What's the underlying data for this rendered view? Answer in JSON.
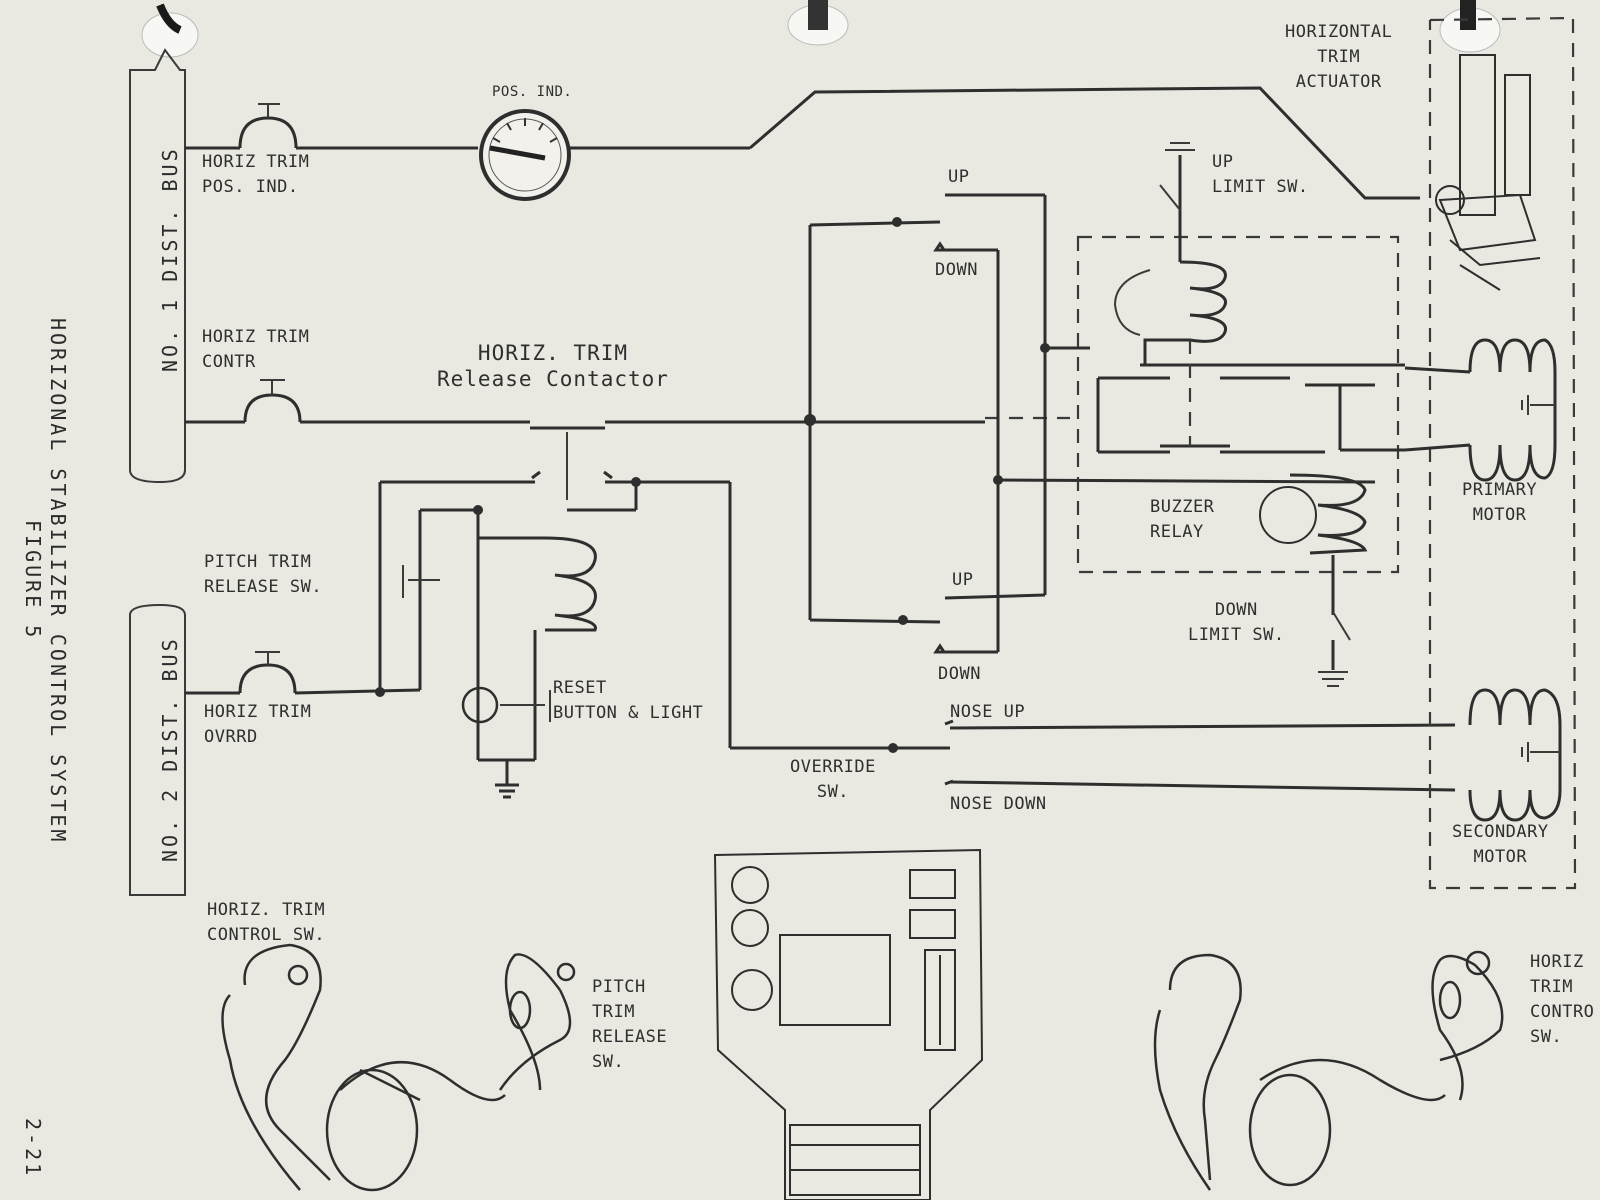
{
  "figure": {
    "title": "HORIZONAL STABILIZER CONTROL SYSTEM",
    "number": "FIGURE 5",
    "page": "2-21"
  },
  "buses": {
    "bus1": "NO. 1 DIST. BUS",
    "bus2": "NO. 2 DIST. BUS"
  },
  "labels": {
    "pos_ind_gauge": "POS. IND.",
    "cb_pos_ind": "HORIZ TRIM\nPOS. IND.",
    "cb_contr": "HORIZ TRIM\nCONTR",
    "cb_ovrrd": "HORIZ TRIM\nOVRRD",
    "release_contactor": "HORIZ. TRIM\nRelease Contactor",
    "pitch_trim_release": "PITCH TRIM\nRELEASE SW.",
    "reset_button": "RESET\nBUTTON & LIGHT",
    "override_sw": "OVERRIDE\nSW.",
    "up_1": "UP",
    "down_1": "DOWN",
    "up_2": "UP",
    "down_2": "DOWN",
    "nose_up": "NOSE UP",
    "nose_down": "NOSE DOWN",
    "up_limit": "UP\nLIMIT SW.",
    "down_limit": "DOWN\nLIMIT SW.",
    "buzzer_relay": "BUZZER\nRELAY",
    "trim_actuator": "HORIZONTAL\nTRIM\nACTUATOR",
    "primary_motor": "PRIMARY\nMOTOR",
    "secondary_motor": "SECONDARY\nMOTOR",
    "control_sw_left": "HORIZ. TRIM\nCONTROL SW.",
    "pitch_release_yoke": "PITCH\nTRIM\nRELEASE\nSW.",
    "control_sw_right": "HORIZ\nTRIM\nCONTRO\nSW."
  },
  "colors": {
    "paper": "#e9e8e1",
    "ink": "#2e2e2e"
  },
  "icons": {
    "gauge": "position-indicator-gauge-icon",
    "actuator": "trim-actuator-icon",
    "yoke": "control-yoke-icon",
    "console": "throttle-quadrant-console-icon"
  }
}
